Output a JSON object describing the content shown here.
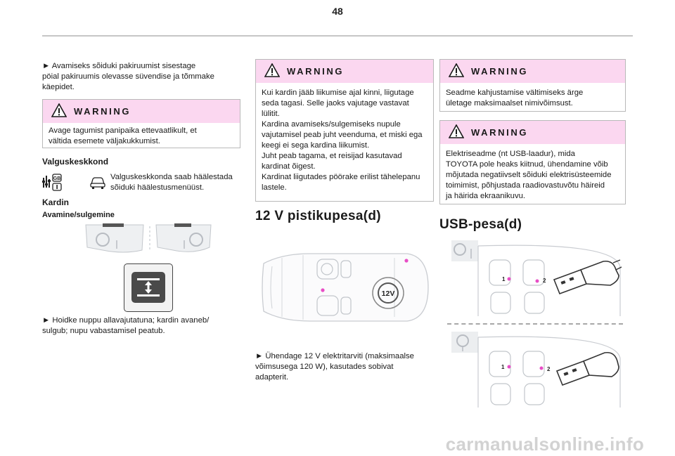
{
  "page": {
    "number": "48"
  },
  "col1": {
    "para1": [
      "► Avamiseks sõiduki pakiruumist sisestage",
      "pöial pakiruumis olevasse süvendise ja tõmmake",
      "käepidet."
    ],
    "warning": {
      "title": "WARNING",
      "lines": [
        "Avage tagumist panipaika ettevaatlikult, et",
        "vältida esemete väljakukkumist."
      ]
    },
    "lighting_heading": "Valguskeskkond",
    "lighting_text": [
      "Valguskeskkonda saab häälestada",
      "sõiduki häälestusmenüüst."
    ],
    "curtain_heading": "Kardin",
    "curtain_subheading": "Avamine/sulgemine",
    "para2": [
      "► Hoidke nuppu allavajutatuna; kardin avaneb/",
      "sulgub; nupu vabastamisel peatub."
    ]
  },
  "col2": {
    "warning": {
      "title": "WARNING",
      "lines": [
        "Kui kardin jääb liikumise ajal kinni, liigutage",
        "seda tagasi. Selle jaoks vajutage vastavat",
        "lülitit.",
        "Kardina avamiseks/sulgemiseks nupule",
        "vajutamisel peab juht veenduma, et miski ega",
        "keegi ei sega kardina liikumist.",
        "Juht peab tagama, et reisijad kasutavad",
        "kardinat õigest.",
        "Kardinat liigutades pöörake erilist tähelepanu",
        "lastele."
      ]
    },
    "heading": "12 V pistikupesa(d)",
    "socket_label": "12V",
    "para": [
      "► Ühendage 12 V elektritarviti (maksimaalse",
      "võimsusega 120 W), kasutades sobivat",
      "adapterit."
    ]
  },
  "col3": {
    "warning1": {
      "title": "WARNING",
      "lines": [
        "Seadme kahjustamise vältimiseks ärge",
        "ületage maksimaalset nimivõimsust."
      ]
    },
    "warning2": {
      "title": "WARNING",
      "lines": [
        "Elektriseadme (nt USB-laadur), mida",
        "TOYOTA pole heaks kiitnud, ühendamine võib",
        "mõjutada negatiivselt sõiduki elektrisüsteemide",
        "toimimist, põhjustada raadiovastuvõtu häireid",
        "ja häirida ekraanikuvu."
      ]
    },
    "heading": "USB-pesa(d)",
    "callout_1a": "1",
    "callout_2a": "2",
    "callout_1b": "1",
    "callout_2b": "2"
  },
  "watermark": "carmanualsonline.info",
  "colors": {
    "warning_bg": "#fbd7f0",
    "dot": "#e84ec6"
  }
}
